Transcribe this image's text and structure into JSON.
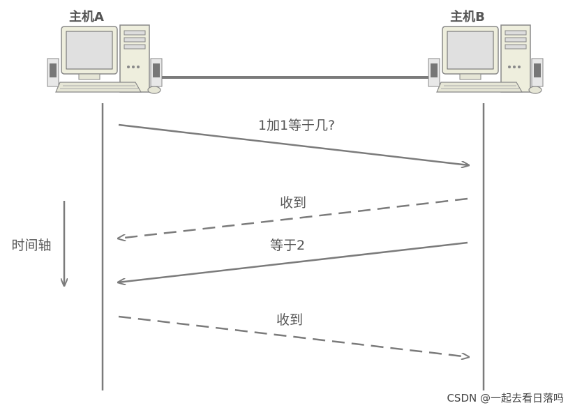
{
  "host_a": {
    "label": "主机A",
    "icon": "desktop-computer-icon"
  },
  "host_b": {
    "label": "主机B",
    "icon": "desktop-computer-icon"
  },
  "time_axis": {
    "label": "时间轴"
  },
  "messages": [
    {
      "label": "1加1等于几?",
      "direction": "A-to-B",
      "style": "solid"
    },
    {
      "label": "收到",
      "direction": "B-to-A",
      "style": "dashed"
    },
    {
      "label": "等于2",
      "direction": "B-to-A",
      "style": "solid"
    },
    {
      "label": "收到",
      "direction": "A-to-B",
      "style": "dashed"
    }
  ],
  "watermark": "CSDN @一起去看日落吗",
  "colors": {
    "line": "#7b7b7b",
    "text": "#555555",
    "monitor_screen": "#e8e8e8",
    "computer_body": "#eeeedd"
  }
}
